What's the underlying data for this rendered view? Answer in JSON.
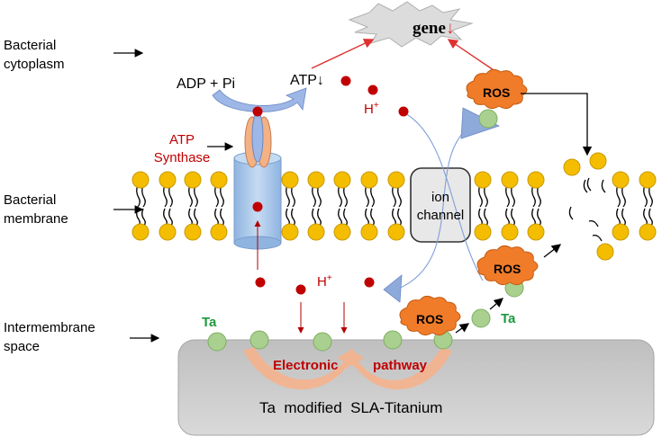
{
  "regions": {
    "cytoplasm": [
      "Bacterial",
      "cytoplasm"
    ],
    "membrane": [
      "Bacterial",
      "membrane"
    ],
    "intermembrane": [
      "Intermembrane",
      "space"
    ]
  },
  "gene": {
    "text": "gene",
    "arrow": "↓"
  },
  "atp_synthase": [
    "ATP",
    "Synthase"
  ],
  "adp_pi": "ADP + Pi",
  "atp": "ATP↓",
  "h_plus": "H",
  "h_plus_sup": "+",
  "ion_channel": [
    "ion",
    "channel"
  ],
  "ros": "ROS",
  "ta": "Ta",
  "substrate": {
    "label": "Ta  modified  SLA-Titanium",
    "pathway_left": "Electronic",
    "pathway_right": "pathway"
  },
  "colors": {
    "lipid_head": "#f5bd00",
    "proton": "#c00000",
    "ta_particle": "#a9d08e",
    "ros_cloud": "#f07c2a",
    "arrow_red": "#e03030",
    "substrate": "#d0d0d0",
    "synthase_rotor": "#9db7e6",
    "synthase_stator": "#f4b183",
    "channel_cylinder": "#9dc3e6"
  }
}
